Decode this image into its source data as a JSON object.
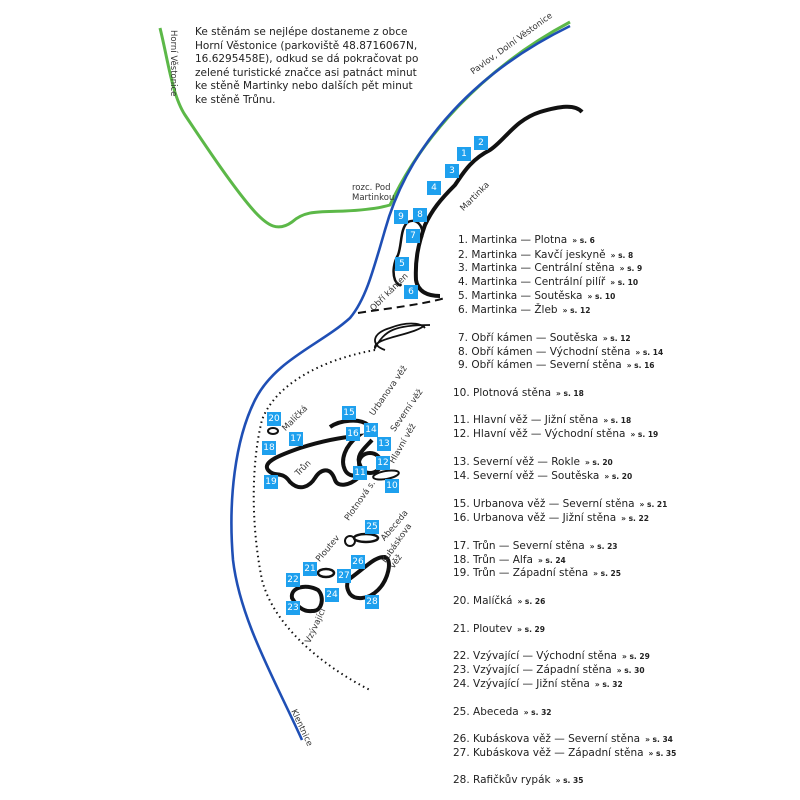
{
  "intro_text": "Ke stěnám se nejlépe dostaneme z obce Horní Věstonice (parkoviště 48.8716067N, 16.6295458E), odkud se dá pokračovat po zelené turistické značce asi patnáct minut ke stěně Martinky nebo dalších pět minut ke stěně Trůnu.",
  "colors": {
    "trail_green": "#5cb848",
    "road_blue": "#1f4fb5",
    "badge": "#1ea0ee",
    "rock": "#111111"
  },
  "map_labels": {
    "horni_vestonice": "Horní Věstonice",
    "pavlov": "Pavlov, Dolní Věstonice",
    "rozc_line1": "rozc. Pod",
    "rozc_line2": "Martinkou",
    "martinka": "Martinka",
    "obri_kamen": "Obří kámen",
    "malicka": "Malíčká",
    "urbanova": "Urbanova věž",
    "severni": "Severní věž",
    "hlavni": "Hlavní věž",
    "trun": "Trůn",
    "plotnova": "Plotnová s.",
    "abeceda": "Abeceda",
    "kubaskova": "Kubáskova věž",
    "ploutev": "Ploutev",
    "vzyvajici": "Vzývající",
    "klentnice": "Klentnice"
  },
  "badges": [
    "1",
    "2",
    "3",
    "4",
    "5",
    "6",
    "7",
    "8",
    "9",
    "10",
    "11",
    "12",
    "13",
    "14",
    "15",
    "16",
    "17",
    "18",
    "19",
    "20",
    "21",
    "22",
    "23",
    "24",
    "25",
    "26",
    "27",
    "28"
  ],
  "routes": [
    {
      "name": "1. Martinka — Plotna",
      "page": "» s. 6"
    },
    {
      "name": "2. Martinka — Kavčí jeskyně",
      "page": "» s. 8"
    },
    {
      "name": "3. Martinka — Centrální stěna",
      "page": "» s. 9"
    },
    {
      "name": "4. Martinka — Centrální pilíř",
      "page": "» s. 10"
    },
    {
      "name": "5. Martinka — Soutěska",
      "page": "» s. 10"
    },
    {
      "name": "6. Martinka — Žleb",
      "page": "» s. 12"
    },
    {
      "name": "7. Obří kámen — Soutěska",
      "page": "» s. 12"
    },
    {
      "name": "8. Obří kámen — Východní stěna",
      "page": "» s. 14"
    },
    {
      "name": "9. Obří kámen — Severní stěna",
      "page": "» s. 16"
    },
    {
      "name": "10. Plotnová stěna",
      "page": "» s. 18"
    },
    {
      "name": "11. Hlavní věž — Jižní stěna",
      "page": "» s. 18"
    },
    {
      "name": "12. Hlavní věž — Východní stěna",
      "page": "» s. 19"
    },
    {
      "name": "13. Severní věž — Rokle",
      "page": "» s. 20"
    },
    {
      "name": "14. Severní věž — Soutěska",
      "page": "» s. 20"
    },
    {
      "name": "15. Urbanova věž — Severní stěna",
      "page": "» s. 21"
    },
    {
      "name": "16. Urbanova věž — Jižní stěna",
      "page": "» s. 22"
    },
    {
      "name": "17. Trůn — Severní stěna",
      "page": "» s. 23"
    },
    {
      "name": "18. Trůn — Alfa",
      "page": "» s. 24"
    },
    {
      "name": "19. Trůn — Západní stěna",
      "page": "» s. 25"
    },
    {
      "name": "20. Malíčká",
      "page": "» s. 26"
    },
    {
      "name": "21. Ploutev",
      "page": "» s. 29"
    },
    {
      "name": "22. Vzývající — Východní stěna",
      "page": "» s. 29"
    },
    {
      "name": "23. Vzývající — Západní stěna",
      "page": "» s. 30"
    },
    {
      "name": "24. Vzývající — Jižní stěna",
      "page": "» s. 32"
    },
    {
      "name": "25. Abeceda",
      "page": "» s. 32"
    },
    {
      "name": "26. Kubáskova věž — Severní stěna",
      "page": "» s. 34"
    },
    {
      "name": "27. Kubáskova věž — Západní stěna",
      "page": "» s. 35"
    },
    {
      "name": "28. Rafičkův rypák",
      "page": "» s. 35"
    }
  ]
}
